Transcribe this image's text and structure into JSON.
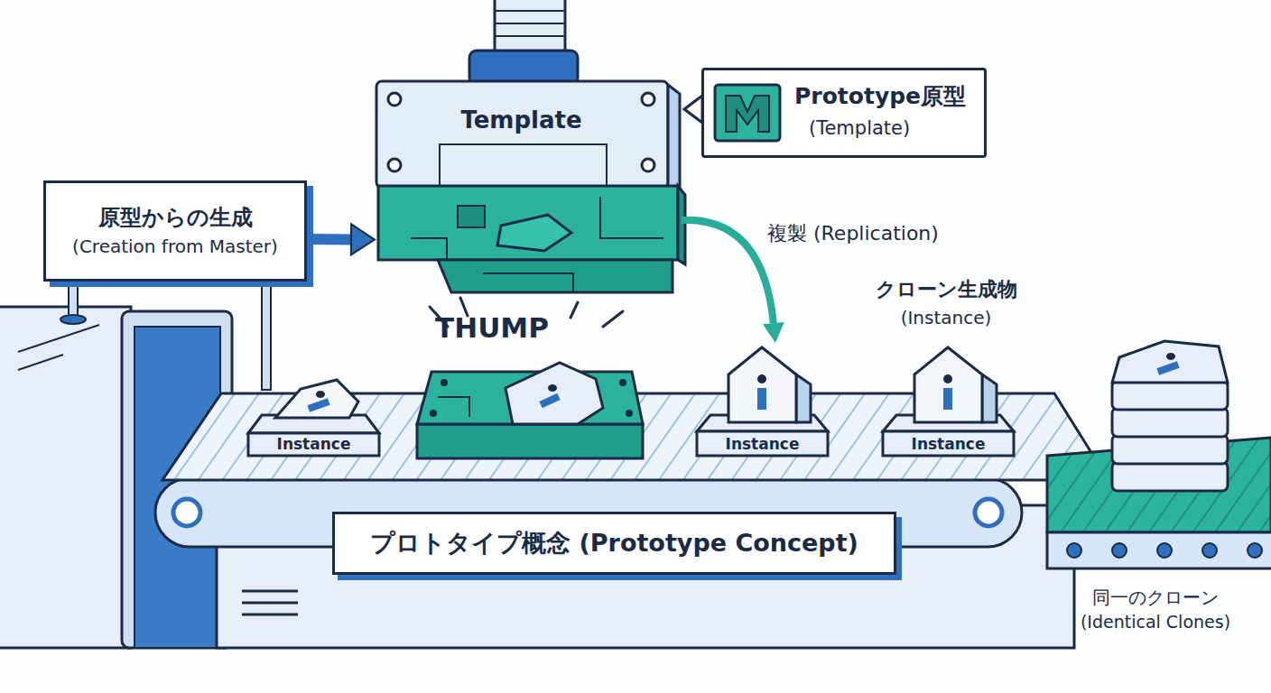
{
  "diagram": {
    "nodes": [
      {
        "text": [
          "原型からの生成",
          "(Creation from Master)"
        ]
      },
      {
        "text": [
          "Template"
        ]
      },
      {
        "text": [
          "Prototype原型",
          "(Template)"
        ]
      },
      {
        "text": [
          "プロトタイプ概念 (Prototype Concept)"
        ]
      },
      {
        "text": [
          "Instance"
        ]
      },
      {
        "text": [
          "Instance"
        ]
      },
      {
        "text": [
          "Instance"
        ]
      }
    ],
    "edges": [
      {
        "from": 0,
        "to": 1,
        "arrow": "to"
      },
      {
        "from": 1,
        "to": 5,
        "arrow": "to",
        "label": "複製 (Replication)"
      }
    ],
    "labels": [
      "THUMP",
      "クローン生成物",
      "(Instance)",
      "同一のクローン",
      "(Identical Clones)"
    ]
  }
}
